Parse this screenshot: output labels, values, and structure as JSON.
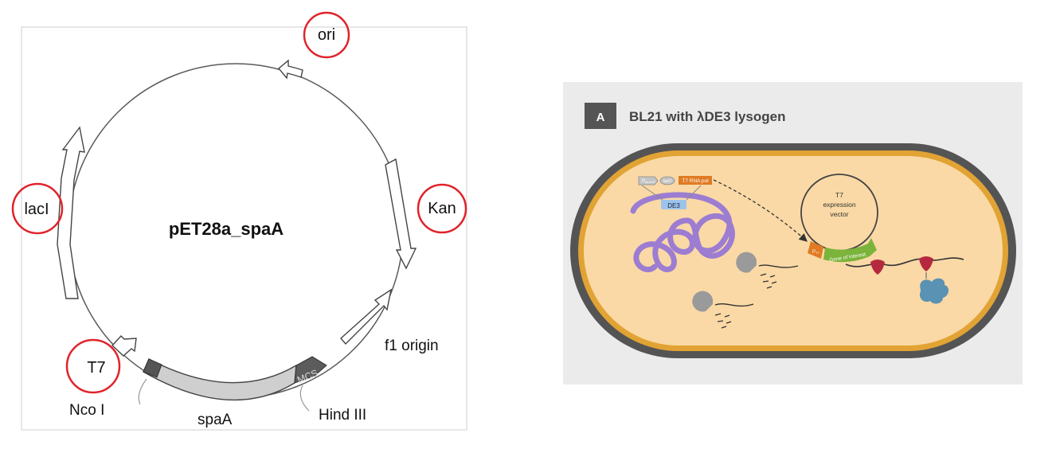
{
  "plasmid_map": {
    "name": "pET28a_spaA",
    "features": {
      "ori": "ori",
      "kan": "Kan",
      "f1": "f1 origin",
      "lacl": "lacI",
      "t7": "T7",
      "ncoi": "Nco I",
      "spaA": "spaA",
      "hindiii": "Hind III",
      "mcs": "MCS"
    },
    "highlight_color": "#e0232b"
  },
  "lysogen_panel": {
    "badge": "A",
    "title": "BL21 with λDE3 lysogen",
    "de3": "DE3",
    "promoter": "P",
    "promoter_sub": "lacUV5",
    "laco": "lacO",
    "t7_rna_pol": "T7 RNA pol",
    "vector_line1": "T7",
    "vector_line2": "expression",
    "vector_line3": "vector",
    "pt7": "P",
    "pt7_sub": "T7",
    "gene": "Gene of interest",
    "colors": {
      "background": "#ebebeb",
      "cell_wall": "#545454",
      "membrane": "#e1a334",
      "cytoplasm": "#fad9a6",
      "dna": "#9c7dd1",
      "promoter": "#e07b24",
      "gene": "#7bb33b",
      "de3_box": "#9cc4ea",
      "ribosome": "#b5293f",
      "protein": "#5a92b3"
    }
  }
}
